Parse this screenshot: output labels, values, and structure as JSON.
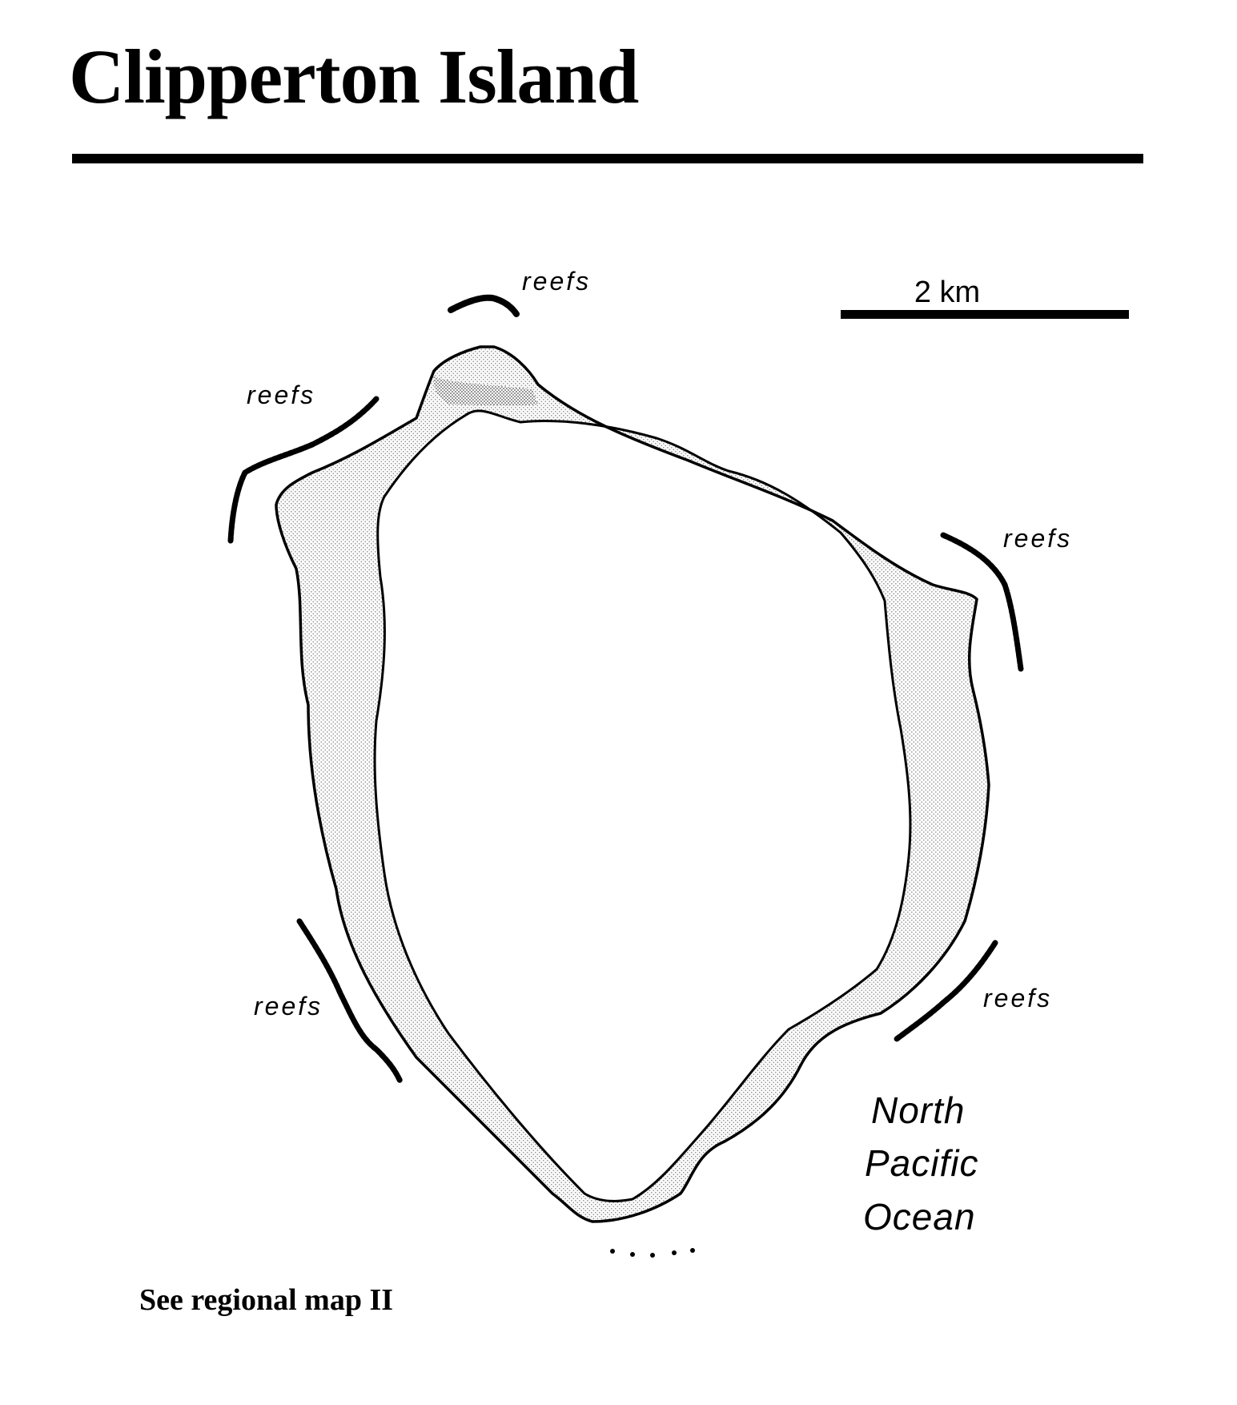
{
  "title": "Clipperton Island",
  "scale_bar": {
    "label": "2 km"
  },
  "reef_label": "reefs",
  "ocean_label_lines": [
    "North",
    "Pacific",
    "Ocean"
  ],
  "see_also": "See regional map II",
  "colors": {
    "ink": "#000000",
    "land_stipple": "#9a9a9a",
    "background": "#ffffff"
  }
}
